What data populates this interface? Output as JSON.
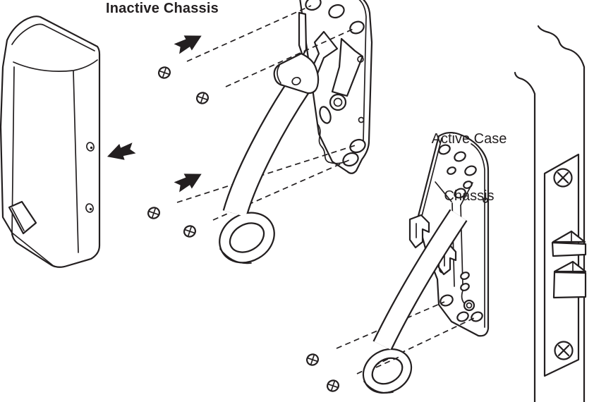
{
  "labels": {
    "inactive_chassis": "Inactive Chassis",
    "active_case": {
      "line1": "Active Case",
      "line2": "Chassis"
    }
  },
  "colors": {
    "line": "#231f20",
    "background": "#ffffff"
  },
  "parts": {
    "cover": "outside-lever-cover",
    "inactive_chassis": "inactive-chassis-with-handle",
    "active_chassis": "active-case-chassis-with-handle",
    "door": "door-edge-with-mortise-faceplate",
    "screws": "flat-head-machine-screws",
    "arrows": "assembly-direction-arrows"
  }
}
